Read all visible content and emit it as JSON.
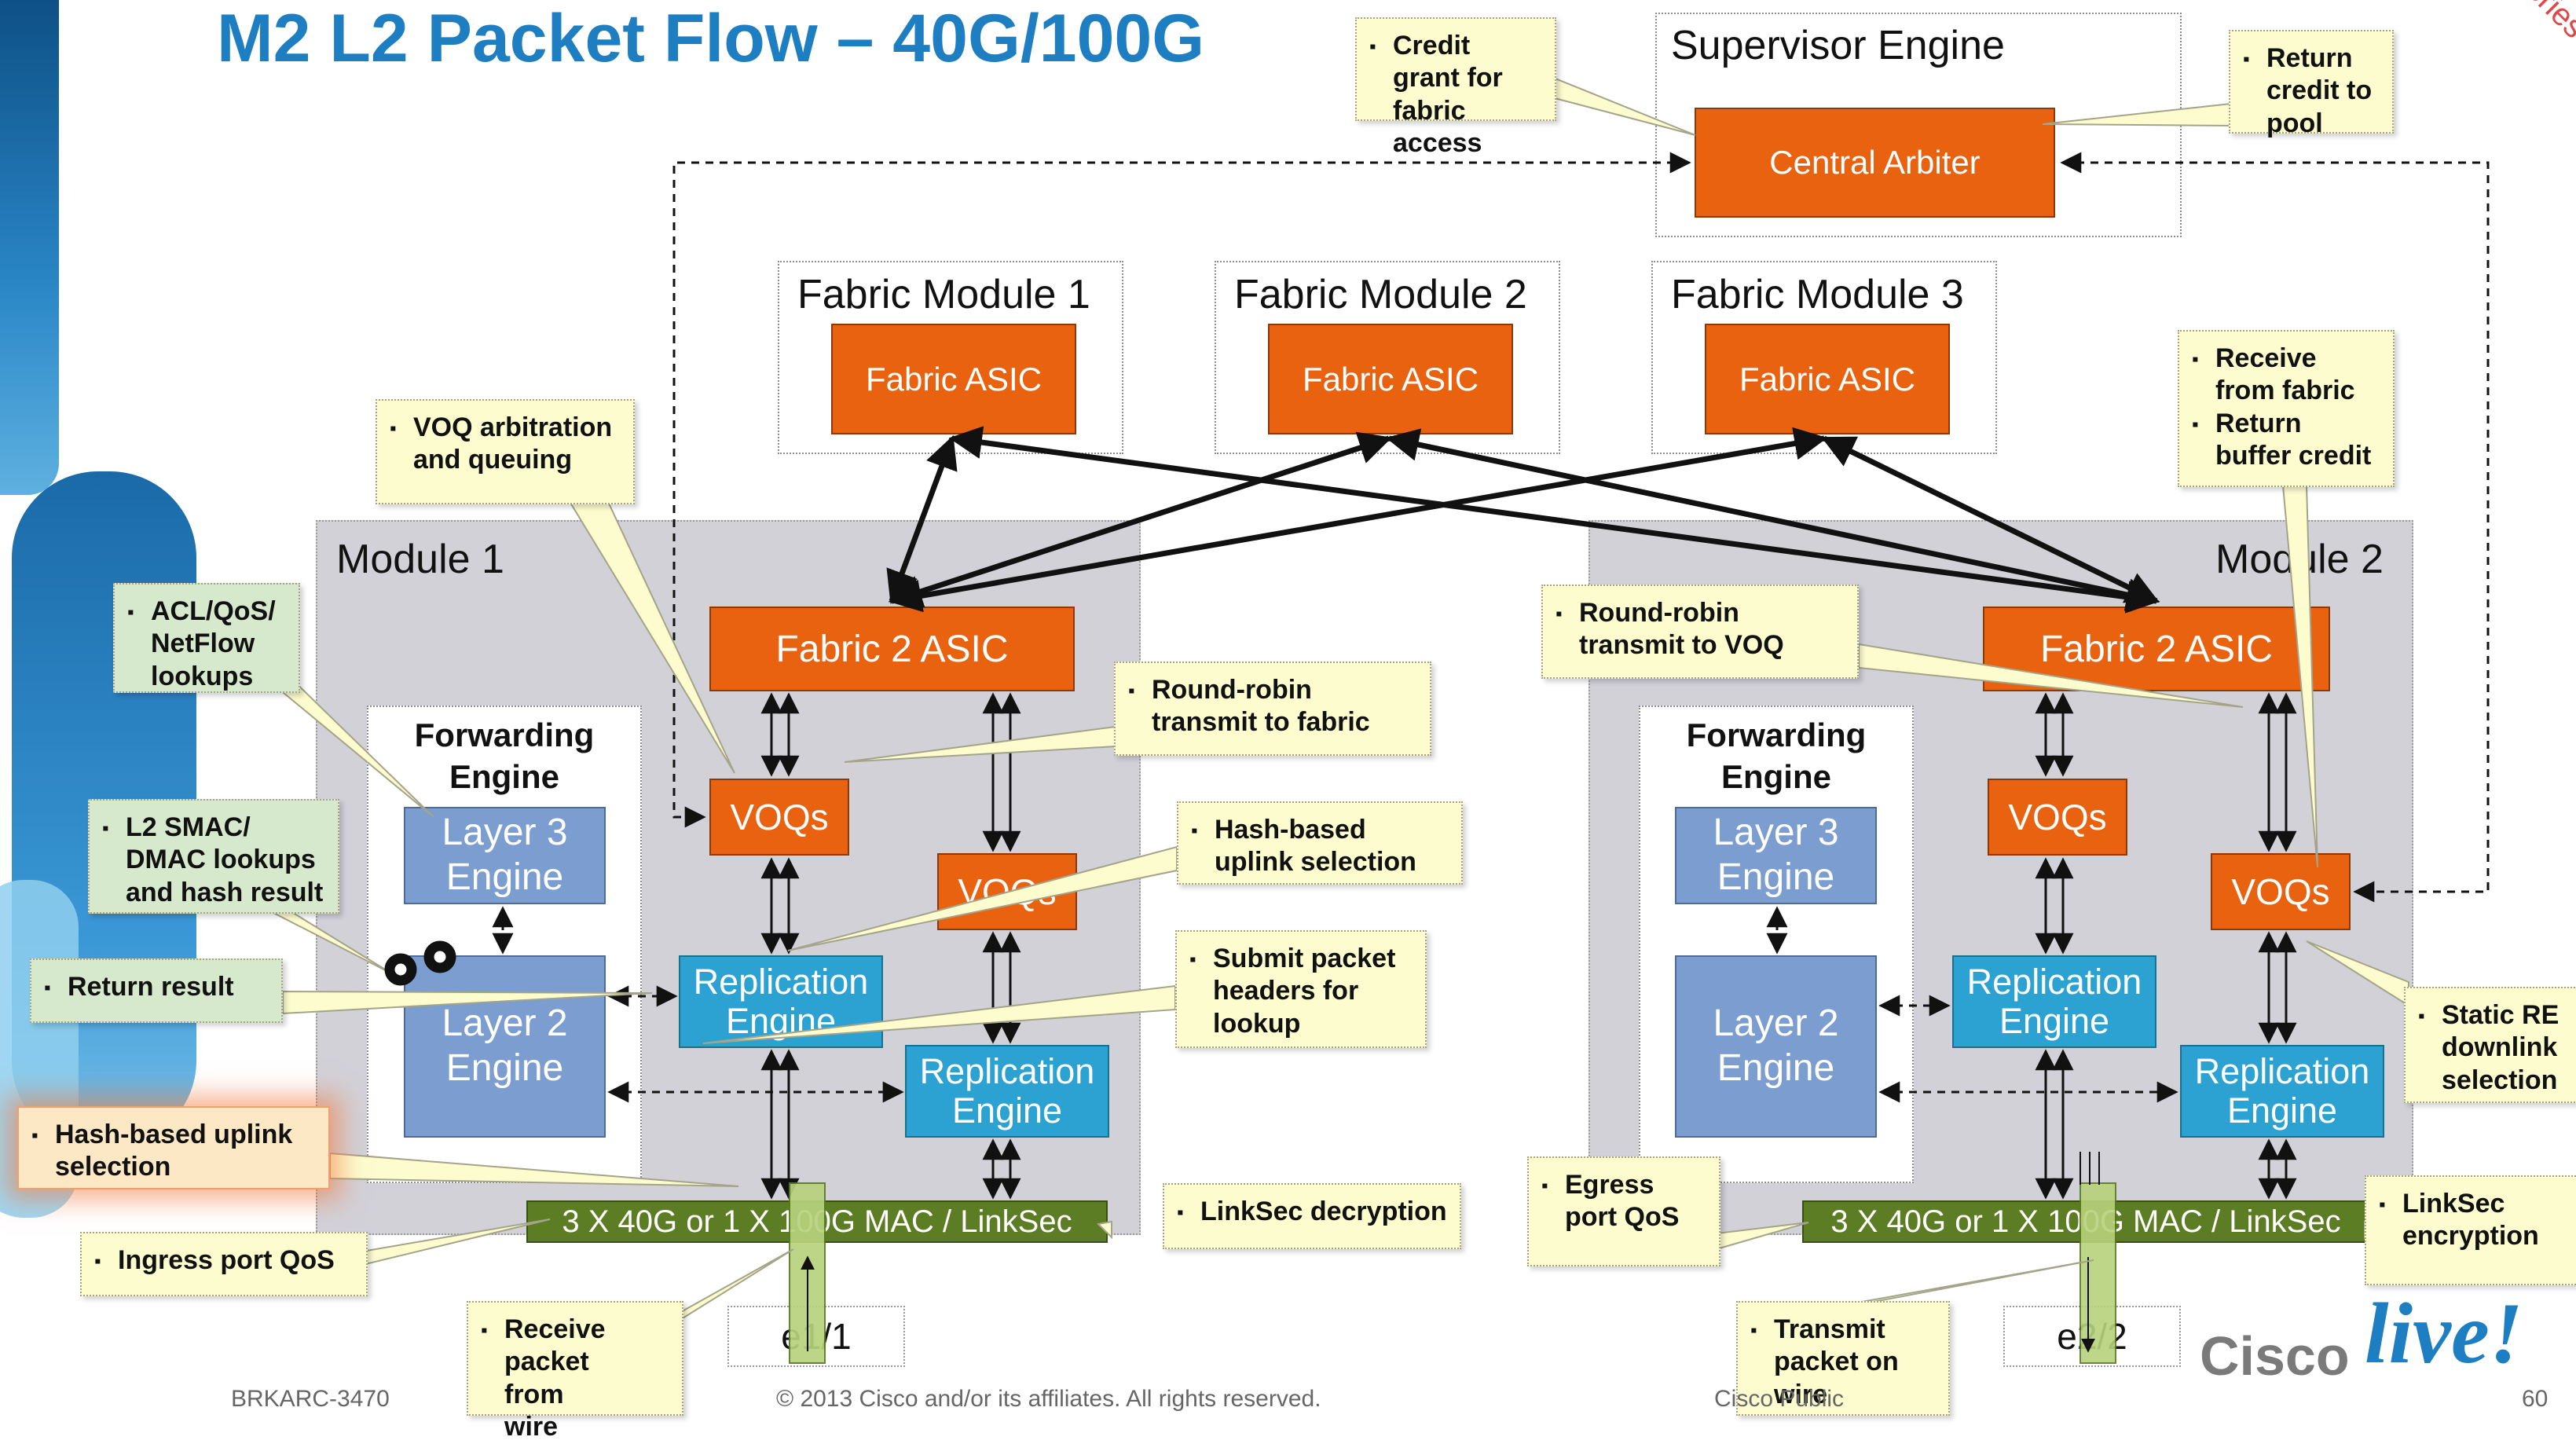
{
  "title": "M2 L2 Packet Flow – 40G/100G",
  "corner_tag": "Series",
  "supervisor": {
    "label": "Supervisor Engine",
    "arbiter": "Central Arbiter"
  },
  "fabric_modules": [
    {
      "label": "Fabric Module 1",
      "asic": "Fabric ASIC"
    },
    {
      "label": "Fabric Module 2",
      "asic": "Fabric ASIC"
    },
    {
      "label": "Fabric Module 3",
      "asic": "Fabric ASIC"
    }
  ],
  "module1": {
    "label": "Module 1",
    "fabric2": "Fabric 2 ASIC",
    "voqs_a": "VOQs",
    "voqs_b": "VOQs",
    "fe_label": "Forwarding Engine",
    "l3": "Layer 3 Engine",
    "l2": "Layer 2 Engine",
    "rep_a": "Replication Engine",
    "rep_b": "Replication Engine",
    "mac": "3 X 40G or 1 X 100G MAC / LinkSec",
    "port": "e1/1"
  },
  "module2": {
    "label": "Module 2",
    "fabric2": "Fabric 2 ASIC",
    "voqs_a": "VOQs",
    "voqs_b": "VOQs",
    "fe_label": "Forwarding Engine",
    "l3": "Layer 3 Engine",
    "l2": "Layer 2 Engine",
    "rep_a": "Replication Engine",
    "rep_b": "Replication Engine",
    "mac": "3 X 40G or 1 X 100G MAC / LinkSec",
    "port": "e2/2"
  },
  "callouts": {
    "credit_grant": [
      "Credit grant for fabric access"
    ],
    "return_credit": [
      "Return credit to pool"
    ],
    "voq_arb": [
      "VOQ arbitration and queuing"
    ],
    "acl": [
      "ACL/QoS/ NetFlow lookups"
    ],
    "l2smac": [
      "L2 SMAC/ DMAC lookups and hash result"
    ],
    "return_result": [
      "Return result"
    ],
    "hash_uplink_glow": [
      "Hash-based uplink selection"
    ],
    "ingress_qos": [
      "Ingress port QoS"
    ],
    "receive_wire": [
      "Receive packet from wire"
    ],
    "rr_fabric": [
      "Round-robin transmit to fabric"
    ],
    "hash_uplink": [
      "Hash-based uplink selection"
    ],
    "submit_headers": [
      "Submit packet headers for lookup"
    ],
    "linksec_dec": [
      "LinkSec decryption"
    ],
    "rr_voq": [
      "Round-robin transmit to VOQ"
    ],
    "receive_fabric": [
      "Receive from fabric",
      "Return buffer credit"
    ],
    "static_re": [
      "Static RE downlink selection"
    ],
    "egress_qos": [
      "Egress port QoS"
    ],
    "linksec_enc": [
      "LinkSec encryption"
    ],
    "transmit_wire": [
      "Transmit packet on wire"
    ]
  },
  "footer": {
    "code": "BRKARC-3470",
    "copyright": "© 2013 Cisco and/or its affiliates. All rights reserved.",
    "center": "Cisco Public",
    "page": "60",
    "logo_word": "Cisco",
    "logo_script": "live!"
  },
  "colors": {
    "title": "#1d7fc1",
    "asic_orange": "#e8620f",
    "replication_blue": "#2ca2d3",
    "engine_blue": "#7c9dcf",
    "mac_green": "#5d7d24",
    "callout_yellow": "#fdfccf"
  }
}
